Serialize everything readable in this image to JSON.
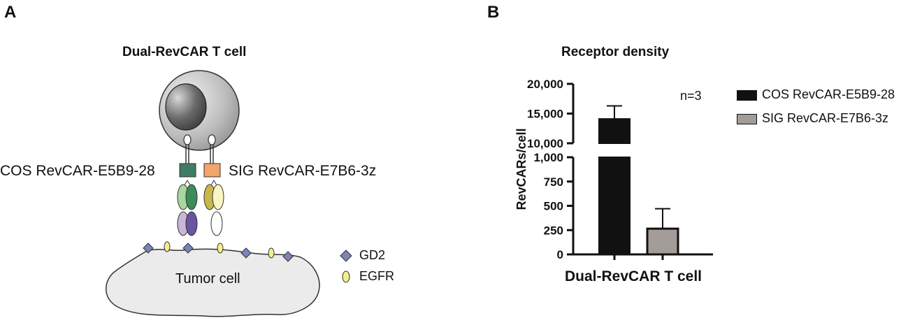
{
  "panel_a": {
    "letter": "A",
    "title": "Dual-RevCAR T cell",
    "left_receptor_label": "COS RevCAR-E5B9-28",
    "right_receptor_label": "SIG RevCAR-E7B6-3z",
    "tumor_label": "Tumor cell",
    "legend": [
      {
        "label": "GD2",
        "icon": "diamond-icon",
        "color": "#7b83b8"
      },
      {
        "label": "EGFR",
        "icon": "ellipse-icon",
        "color": "#f3ef8e"
      }
    ],
    "colors": {
      "cos_domain": "#3f7c62",
      "sig_domain": "#f2a46a"
    }
  },
  "panel_b": {
    "letter": "B",
    "n_label": "n=3"
  },
  "chart_data": {
    "type": "bar",
    "title": "Receptor density",
    "xlabel": "Dual-RevCAR T cell",
    "ylabel": "RevCARs/cell",
    "y_axis_break": true,
    "ylim_lower": [
      0,
      1000
    ],
    "ylim_upper": [
      10000,
      20000
    ],
    "yticks_lower": [
      "0",
      "250",
      "500",
      "750",
      "1,000"
    ],
    "yticks_upper": [
      "10,000",
      "15,000",
      "20,000"
    ],
    "series": [
      {
        "name": "COS RevCAR-E5B9-28",
        "value": 14100,
        "error": 2200,
        "color": "#111111"
      },
      {
        "name": "SIG RevCAR-E7B6-3z",
        "value": 265,
        "error": 205,
        "color": "#a39c98"
      }
    ],
    "legend_position": "right"
  }
}
